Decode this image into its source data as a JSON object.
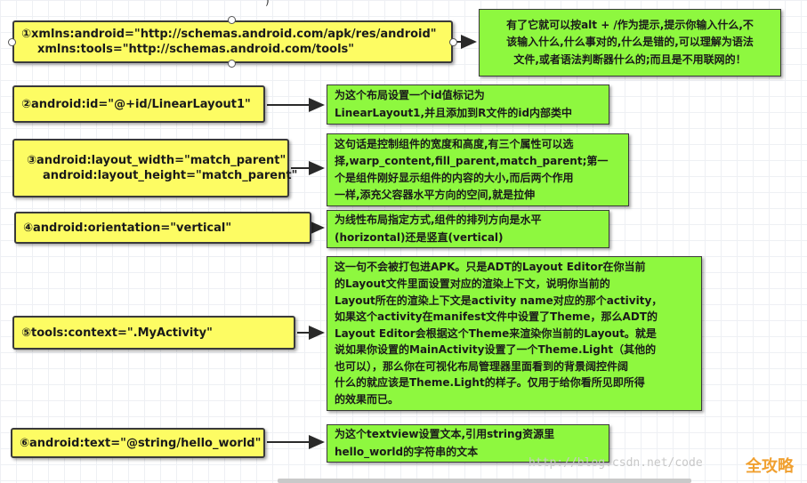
{
  "top_mark": ")",
  "rows": [
    {
      "attribute_lines": [
        "①xmlns:android=\"http://schemas.android.com/apk/res/android\"",
        "xmlns:tools=\"http://schemas.android.com/tools\""
      ],
      "explanation_lines": [
        "有了它就可以按alt + /作为提示,提示你输入什么,不",
        "该输入什么,什么事对的,什么是错的,可以理解为语法",
        "文件,或者语法判断器什么的;而且是不用联网的！"
      ]
    },
    {
      "attribute_lines": [
        "②android:id=\"@+id/LinearLayout1\""
      ],
      "explanation_lines": [
        "为这个布局设置一个id值标记为",
        "LinearLayout1,并且添加到R文件的id内部类中"
      ]
    },
    {
      "attribute_lines": [
        "③android:layout_width=\"match_parent\"",
        "android:layout_height=\"match_parent\""
      ],
      "explanation_lines": [
        "这句话是控制组件的宽度和高度,有三个属性可以选",
        "择,warp_content,fill_parent,match_parent;第一",
        "个是组件刚好显示组件的内容的大小,而后两个作用",
        "一样,添充父容器水平方向的空间,就是拉伸"
      ]
    },
    {
      "attribute_lines": [
        "④android:orientation=\"vertical\""
      ],
      "explanation_lines": [
        "为线性布局指定方式,组件的排列方向是水平",
        "(horizontal)还是竖直(vertical)"
      ]
    },
    {
      "attribute_lines": [
        "⑤tools:context=\".MyActivity\""
      ],
      "explanation_lines": [
        "这一句不会被打包进APK。只是ADT的Layout Editor在你当前",
        "的Layout文件里面设置对应的渲染上下文，说明你当前的",
        "Layout所在的渲染上下文是activity name对应的那个activity，",
        "如果这个activity在manifest文件中设置了Theme，那么ADT的",
        "Layout Editor会根据这个Theme来渲染你当前的Layout。就是",
        "说如果你设置的MainActivity设置了一个Theme.Light（其他的",
        "也可以），那么你在可视化布局管理器里面看到的背景阔控件阔",
        "什么的就应该是Theme.Light的样子。仅用于给你看所见即所得",
        "的效果而已。"
      ]
    },
    {
      "attribute_lines": [
        "⑥android:text=\"@string/hello_world\""
      ],
      "explanation_lines": [
        "为这个textview设置文本,引用string资源里",
        "hello_world的字符串的文本"
      ]
    }
  ],
  "watermark": "http://blog.csdn.net/code",
  "logo_text": "全攻略",
  "colors": {
    "attribute_box": "#fdfc63",
    "explanation_box": "#8ef83f",
    "border": "#3a3a3a"
  }
}
